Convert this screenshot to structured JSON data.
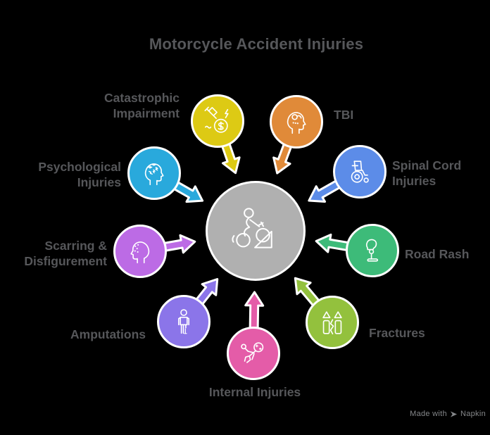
{
  "title": "Motorcycle Accident Injuries",
  "center": {
    "icon": "motorcycle-rider-icon",
    "color": "#b0b0b0"
  },
  "nodes": [
    {
      "id": "catastrophic-impairment",
      "label": "Catastrophic Impairment",
      "color": "#ddca14",
      "icon": "syringe-cost-icon"
    },
    {
      "id": "tbi",
      "label": "TBI",
      "color": "#e08a39",
      "icon": "brain-injury-icon"
    },
    {
      "id": "spinal-cord-injuries",
      "label": "Spinal Cord Injuries",
      "color": "#5c8ce8",
      "icon": "wheelchair-icon"
    },
    {
      "id": "road-rash",
      "label": "Road Rash",
      "color": "#3dbb79",
      "icon": "prosthetic-leg-icon"
    },
    {
      "id": "fractures",
      "label": "Fractures",
      "color": "#93c13d",
      "icon": "broken-bone-icon"
    },
    {
      "id": "internal-injuries",
      "label": "Internal Injuries",
      "color": "#e45ca8",
      "icon": "injured-person-icon"
    },
    {
      "id": "amputations",
      "label": "Amputations",
      "color": "#8b75e9",
      "icon": "amputee-icon"
    },
    {
      "id": "scarring-disfigurement",
      "label": "Scarring & Disfigurement",
      "color": "#bc6be5",
      "icon": "scarred-face-icon"
    },
    {
      "id": "psychological-injuries",
      "label": "Psychological Injuries",
      "color": "#29a9dc",
      "icon": "stressed-mind-icon"
    }
  ],
  "footer": {
    "made_with": "Made with",
    "brand": "Napkin"
  }
}
